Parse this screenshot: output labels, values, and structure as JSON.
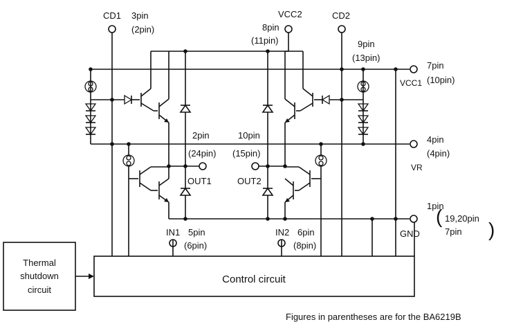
{
  "pins": {
    "cd1": "CD1",
    "pin3": "3pin",
    "pin3_alt": "(2pin)",
    "vcc2": "VCC2",
    "cd2": "CD2",
    "pin8": "8pin",
    "pin8_alt": "(11pin)",
    "pin9": "9pin",
    "pin9_alt": "(13pin)",
    "pin7": "7pin",
    "pin7_alt": "(10pin)",
    "vcc1": "VCC1",
    "pin2": "2pin",
    "pin2_alt": "(24pin)",
    "pin10": "10pin",
    "pin10_alt": "(15pin)",
    "pin4": "4pin",
    "pin4_alt": "(4pin)",
    "vr": "VR",
    "out1": "OUT1",
    "out2": "OUT2",
    "pin1": "1pin",
    "pin1_alt_a": "19,20pin",
    "pin1_alt_b": "7pin",
    "gnd": "GND",
    "in1": "IN1",
    "pin5": "5pin",
    "pin5_alt": "(6pin)",
    "in2": "IN2",
    "pin6": "6pin",
    "pin6_alt": "(8pin)"
  },
  "blocks": {
    "thermal_line1": "Thermal",
    "thermal_line2": "shutdown",
    "thermal_line3": "circuit",
    "control": "Control circuit"
  },
  "footnote": "Figures in parentheses are for the BA6219B"
}
